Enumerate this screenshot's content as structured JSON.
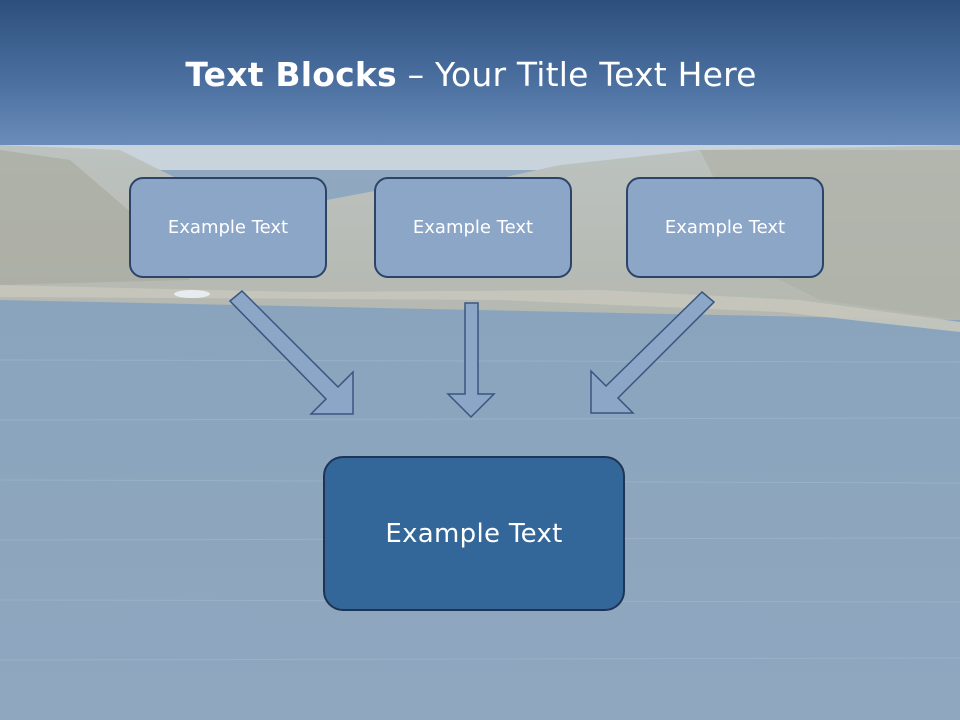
{
  "slide": {
    "title_bold": "Text Blocks",
    "title_rest": " – Your Title Text Here"
  },
  "blocks": [
    {
      "label": "Example Text"
    },
    {
      "label": "Example Text"
    },
    {
      "label": "Example Text"
    }
  ],
  "main_block": {
    "label": "Example Text"
  },
  "colors": {
    "banner": "#3b5e8e",
    "block_fill": "#8ca6c8",
    "main_fill": "#336699",
    "arrow_fill": "#8ca6c8",
    "arrow_stroke": "#3a5580"
  },
  "background": {
    "icon": "sea-coast-photo"
  }
}
